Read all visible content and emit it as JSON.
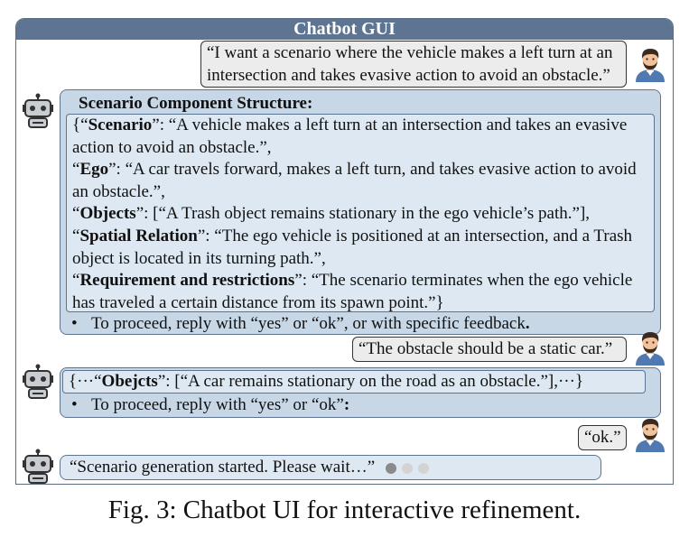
{
  "window": {
    "title": "Chatbot GUI"
  },
  "messages": {
    "user1": "“I want a scenario where the vehicle makes a left turn at an intersection and takes evasive action to avoid an obstacle.”",
    "bot1": {
      "heading": "Scenario Component Structure:",
      "structure": [
        {
          "prefix": "{“",
          "key": "Scenario",
          "value": "”: “A vehicle makes a left turn at an intersection and takes an evasive action to avoid an obstacle.”,"
        },
        {
          "prefix": "“",
          "key": "Ego",
          "value": "”: “A car travels forward, makes a left turn, and takes evasive action to avoid an obstacle.”,"
        },
        {
          "prefix": "“",
          "key": "Objects",
          "value": "”: [“A Trash object remains stationary in the ego vehicle’s path.”],"
        },
        {
          "prefix": "“",
          "key": "Spatial Relation",
          "value": "”: “The ego vehicle is positioned at an intersection, and a Trash object is located in its turning path.”,"
        },
        {
          "prefix": "“",
          "key": "Requirement and restrictions",
          "value": "”: “The scenario terminates when the ego vehicle has traveled a certain distance from its spawn point.”}"
        }
      ],
      "prompt": "To proceed, reply with “yes” or “ok”, or with specific feedback",
      "prompt_end": "."
    },
    "user2": "“The obstacle should be a static car.”",
    "bot2": {
      "prefix": "{···“",
      "key": "Obejcts",
      "value": "”: [“A car remains stationary on the road as an obstacle.”],···}",
      "prompt": "To proceed, reply with “yes” or “ok”",
      "prompt_end": ":"
    },
    "user3": "“ok.”",
    "bot3": "“Scenario generation started. Please wait…”"
  },
  "bullet": "•",
  "colors": {
    "titlebar": "#5d7592",
    "bot_bubble": "#c7d7e6",
    "inner_box": "#dde8f2",
    "user_bubble": "#ececec",
    "dot_active": "#8a8a8a",
    "dot_inactive": "#d3d3d3"
  },
  "icons": {
    "user": "man-avatar-icon",
    "bot": "robot-icon",
    "loading": "typing-dots-icon"
  },
  "caption": "Fig. 3: Chatbot UI for interactive refinement."
}
